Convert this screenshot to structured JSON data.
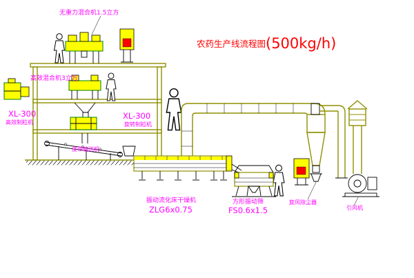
{
  "title": {
    "main": "农药生产线流程图",
    "capacity": "(500kg/h)"
  },
  "labels": {
    "mixer_top": "无重力混合机1.5立方",
    "mixer_mid": "高效混合机3立方",
    "granulator_left_model": "XL-300",
    "granulator_left_name": "高效制粒机",
    "granulator_mid_model": "XL-300",
    "granulator_mid_name": "旋转制粒机",
    "belt_conveyor": "皮带输送机",
    "dryer_name": "振动流化床干燥机",
    "dryer_model": "ZLG6x0.75",
    "sieve_name": "方形振动筛",
    "sieve_model": "FS0.6x1.5",
    "cyclone_name": "旋风除尘器",
    "fan_name": "引风机"
  },
  "colors": {
    "structure": "#8f8f00",
    "equipment_fill": "#ffff00",
    "equipment_stroke": "#007f00",
    "label_magenta": "#ff00ff",
    "title_red": "#ff0000",
    "accent_red": "#ff0000",
    "line_black": "#000000"
  }
}
